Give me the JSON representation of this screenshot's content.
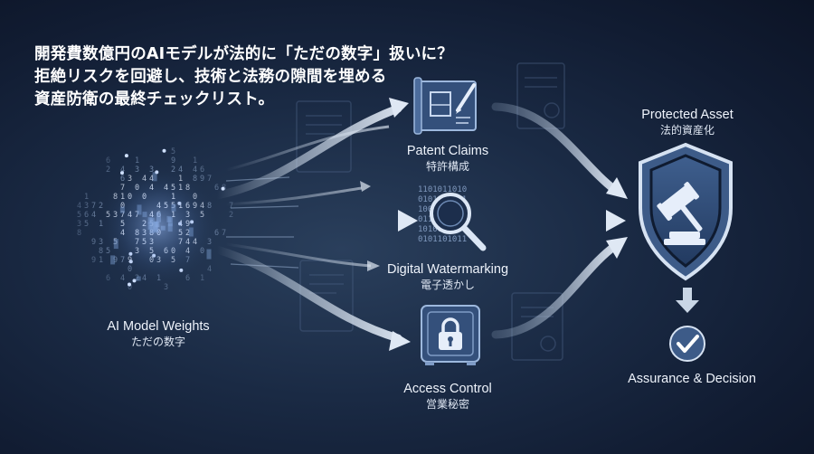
{
  "headline": [
    "開発費数億円のAIモデルが法的に「ただの数字」扱いに？",
    "拒絶リスクを回避し、技術と法務の隙間を埋める",
    "資産防衛の最終チェックリスト。"
  ],
  "source": {
    "en": "AI Model Weights",
    "ja": "ただの数字"
  },
  "methods": [
    {
      "en": "Patent Claims",
      "ja": "特許構成",
      "icon": "blueprint-icon"
    },
    {
      "en": "Digital Watermarking",
      "ja": "電子透かし",
      "icon": "magnifier-icon"
    },
    {
      "en": "Access Control",
      "ja": "営業秘密",
      "icon": "safe-lock-icon"
    }
  ],
  "protected": {
    "en": "Protected Asset",
    "ja": "法的資産化",
    "icon": "shield-gavel-icon"
  },
  "outcome": {
    "en": "Assurance & Decision",
    "icon": "check-circle-icon"
  },
  "colors": {
    "background": "#14213a",
    "accent": "#5f81ad",
    "icon_fill": "#34507b",
    "arrow": "#c9d6e6",
    "text": "#ffffff"
  }
}
